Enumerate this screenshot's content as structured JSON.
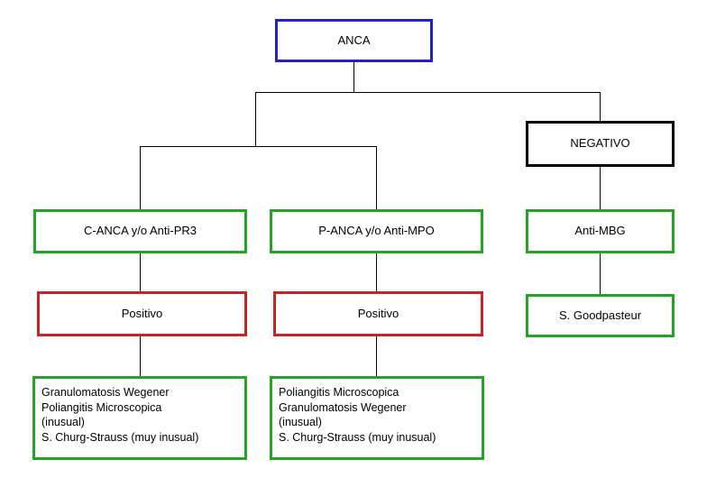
{
  "diagram": {
    "title": "ANCA",
    "type": "flowchart",
    "colors": {
      "root_border": "#2222C8",
      "negative_border": "#000000",
      "test_border": "#22A522",
      "result_border": "#CC2222",
      "connector": "#000000",
      "background": "#ffffff"
    },
    "nodes": {
      "root": {
        "label": "ANCA"
      },
      "negativo": {
        "label": "NEGATIVO"
      },
      "c_anca": {
        "label": "C-ANCA y/o Anti-PR3"
      },
      "p_anca": {
        "label": "P-ANCA y/o Anti-MPO"
      },
      "anti_mbg": {
        "label": "Anti-MBG"
      },
      "positivo_left": {
        "label": "Positivo"
      },
      "positivo_right": {
        "label": "Positivo"
      },
      "goodpasteur": {
        "label": "S. Goodpasteur"
      },
      "diagnoses_left": {
        "lines": [
          "Granulomatosis Wegener",
          "Poliangitis Microscopica",
          "(inusual)",
          "S. Churg-Strauss (muy inusual)"
        ]
      },
      "diagnoses_right": {
        "lines": [
          "Poliangitis Microscopica",
          "Granulomatosis Wegener",
          "(inusual)",
          "S. Churg-Strauss (muy inusual)"
        ]
      }
    }
  }
}
